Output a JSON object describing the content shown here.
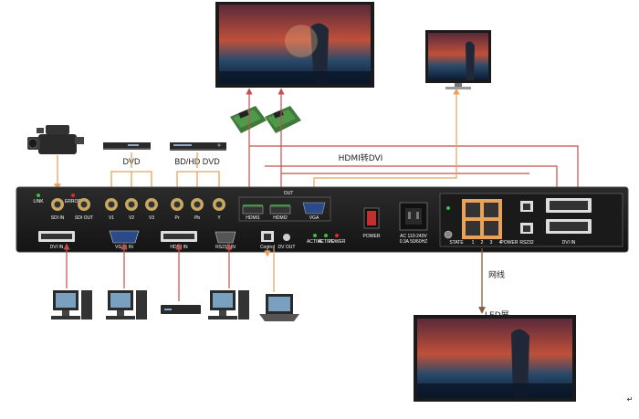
{
  "labels": {
    "dvd": "DVD",
    "bd_hd_dvd": "BD/HD DVD",
    "hdmi_to_dvi": "HDMI转DVI",
    "out": "OUT",
    "network_cable": "网线",
    "led_screen": "LED屏",
    "enter_mark": "↵"
  },
  "panel_left": {
    "sdi_in": "SDI IN",
    "sdi_out": "SDI OUT",
    "link": "LINK",
    "error": "ERROR",
    "v1": "V1",
    "v2": "V2",
    "v3": "V3",
    "pr": "Pr",
    "pb": "Pb",
    "y": "Y",
    "hdmi1": "HDMI1",
    "hdmi2": "HDMI2",
    "vga": "VGA",
    "dvi_in": "DVI IN",
    "vga1_in": "VGA1 IN",
    "hdmi_in": "HDMI IN",
    "rs232_in": "RS232 IN",
    "control": "Control",
    "dv_out": "DV OUT",
    "led_a": "ACTIVE",
    "led_b": "ACTIVE",
    "led_c": "POWER",
    "power": "POWER",
    "ac_line1": "AC 110-240V",
    "ac_line2": "0.3A 50/60HZ"
  },
  "panel_right": {
    "state": "STATE",
    "port_1": "1",
    "port_2": "2",
    "port_3": "3",
    "port_4": "4",
    "power": "POWER",
    "rs232": "RS232",
    "dvi_in": "DVI IN"
  },
  "colors": {
    "panel": "#1d1d1d",
    "panel_border": "#4a4a4a",
    "red_wire": "#c0504d",
    "orange_wire": "#e8a25a",
    "port_gold": "#d8b46a"
  }
}
